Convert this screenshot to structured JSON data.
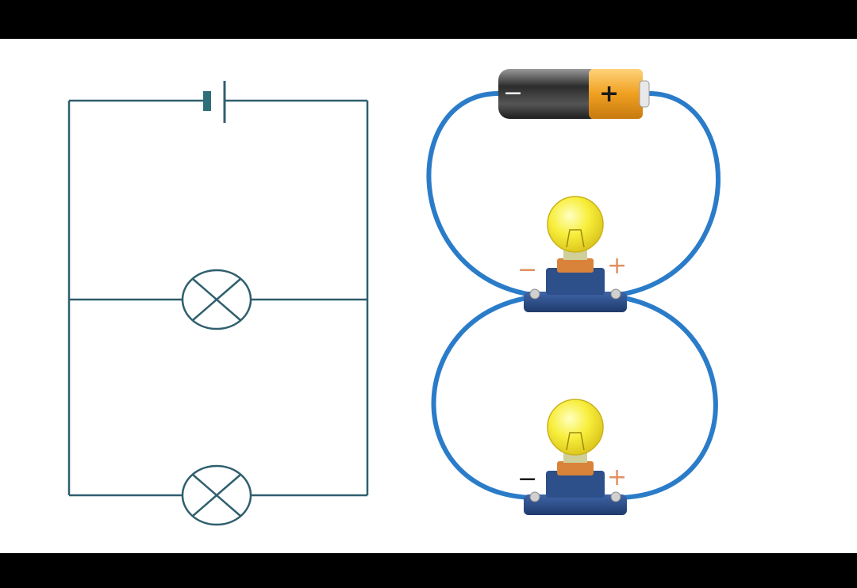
{
  "colors": {
    "screen_bar": "#000000",
    "background": "#ffffff",
    "schematic_wire": "#2f5f6e",
    "wire": "#2a7cc9",
    "battery_body": "#3a3a3a",
    "battery_terminal": "#f0a020",
    "bulb_glass": "#f7ee3a",
    "socket": "#2d4f8a",
    "bulb_collar": "#d9833a",
    "sign_color": "#e09060"
  },
  "schematic": {
    "symbols": [
      "battery-cell-symbol",
      "lamp-symbol",
      "lamp-symbol"
    ],
    "connection": "parallel"
  },
  "illustration": {
    "battery": {
      "negative_sign": "−",
      "positive_sign": "+"
    },
    "lamps": [
      {
        "negative_sign": "−",
        "positive_sign": "+"
      },
      {
        "negative_sign": "−",
        "positive_sign": "+"
      }
    ]
  }
}
